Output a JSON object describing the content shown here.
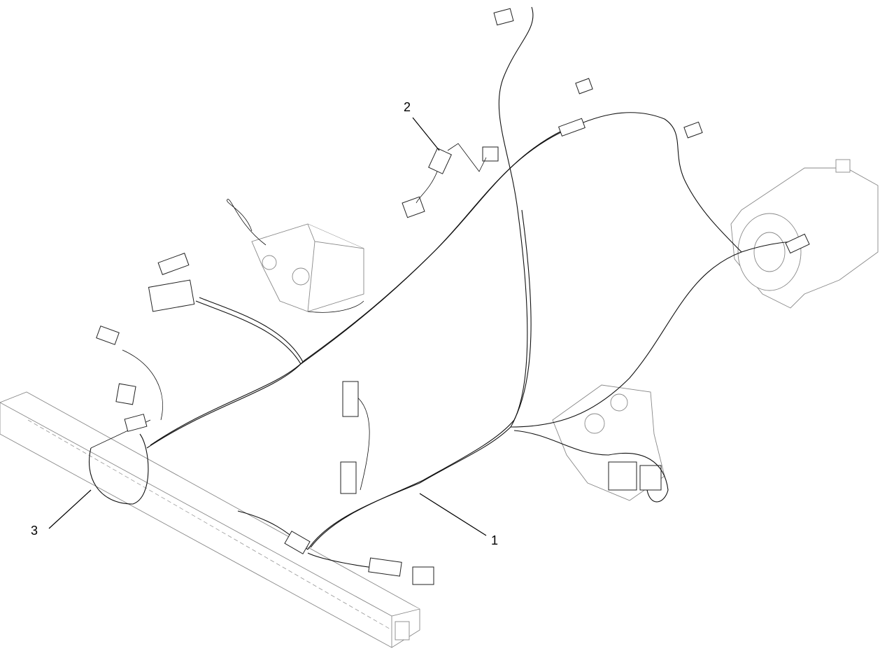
{
  "diagram": {
    "type": "exploded parts illustration",
    "callouts": [
      {
        "label": "1"
      },
      {
        "label": "2"
      },
      {
        "label": "3"
      }
    ]
  }
}
